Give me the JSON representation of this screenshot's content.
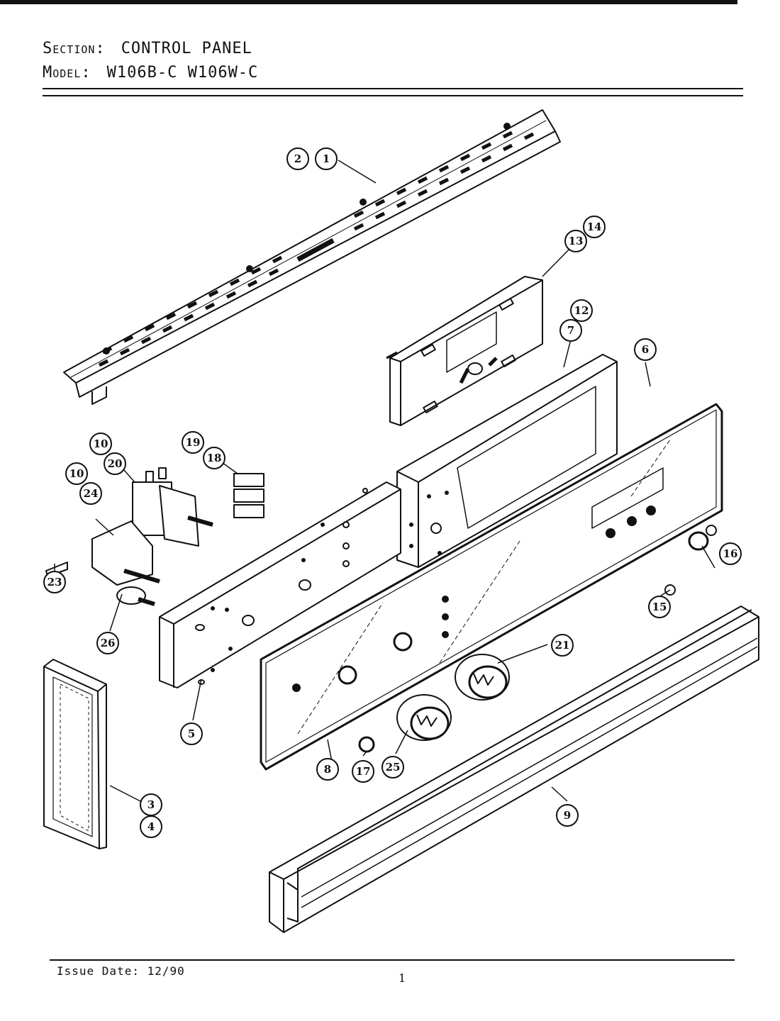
{
  "header": {
    "section_label": "Section:",
    "section_value": "CONTROL PANEL",
    "model_label": "Model:",
    "model_value": "W106B-C  W106W-C"
  },
  "footer": {
    "issue_date": "Issue Date: 12/90",
    "page_number": "1"
  },
  "callouts": [
    "2",
    "1",
    "13",
    "14",
    "12",
    "7",
    "6",
    "10",
    "20",
    "19",
    "18",
    "10",
    "24",
    "23",
    "26",
    "16",
    "15",
    "21",
    "5",
    "8",
    "17",
    "25",
    "3",
    "4",
    "9"
  ]
}
